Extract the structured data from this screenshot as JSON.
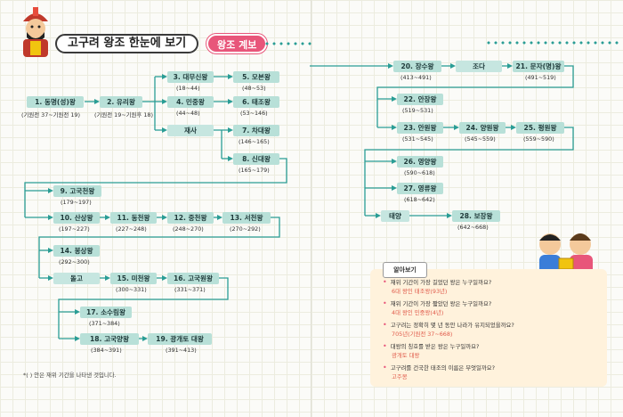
{
  "header": {
    "title": "고구려 왕조 한눈에 보기",
    "badge": "왕조 계보"
  },
  "kings": {
    "k1": {
      "name": "1. 동명(성)왕",
      "period": "(기원전 37~기원전 19)"
    },
    "k2": {
      "name": "2. 유리왕",
      "period": "(기원전 19~기원후 18)"
    },
    "k3": {
      "name": "3. 대무신왕",
      "period": "(18~44)"
    },
    "k4": {
      "name": "4. 민중왕",
      "period": "(44~48)"
    },
    "k5": {
      "name": "5. 모본왕",
      "period": "(48~53)"
    },
    "k6": {
      "name": "6. 태조왕",
      "period": "(53~146)"
    },
    "k7": {
      "name": "7. 차대왕",
      "period": "(146~165)"
    },
    "k8": {
      "name": "8. 신대왕",
      "period": "(165~179)"
    },
    "k9": {
      "name": "9. 고국천왕",
      "period": "(179~197)"
    },
    "k10": {
      "name": "10. 산상왕",
      "period": "(197~227)"
    },
    "k11": {
      "name": "11. 동천왕",
      "period": "(227~248)"
    },
    "k12": {
      "name": "12. 중천왕",
      "period": "(248~270)"
    },
    "k13": {
      "name": "13. 서천왕",
      "period": "(270~292)"
    },
    "k14": {
      "name": "14. 봉상왕",
      "period": "(292~300)"
    },
    "k15": {
      "name": "15. 미천왕",
      "period": "(300~331)"
    },
    "k16": {
      "name": "16. 고국원왕",
      "period": "(331~371)"
    },
    "k17": {
      "name": "17. 소수림왕",
      "period": "(371~384)"
    },
    "k18": {
      "name": "18. 고국양왕",
      "period": "(384~391)"
    },
    "k19": {
      "name": "19. 광개토 대왕",
      "period": "(391~413)"
    },
    "k20": {
      "name": "20. 장수왕",
      "period": "(413~491)"
    },
    "k21": {
      "name": "21. 문자(명)왕",
      "period": "(491~519)"
    },
    "k22": {
      "name": "22. 안장왕",
      "period": "(519~531)"
    },
    "k23": {
      "name": "23. 안원왕",
      "period": "(531~545)"
    },
    "k24": {
      "name": "24. 양원왕",
      "period": "(545~559)"
    },
    "k25": {
      "name": "25. 평원왕",
      "period": "(559~590)"
    },
    "k26": {
      "name": "26. 영양왕",
      "period": "(590~618)"
    },
    "k27": {
      "name": "27. 영류왕",
      "period": "(618~642)"
    },
    "k28": {
      "name": "28. 보장왕",
      "period": "(642~668)"
    }
  },
  "relatives": {
    "jaesa": "재사",
    "dolgo": "돌고",
    "jodae": "조다",
    "taeyang": "태양"
  },
  "footnote": "*(     ) 안은 재위 기간을 나타낸 것입니다.",
  "quiz": {
    "tag": "알아보기",
    "items": [
      {
        "q": "재위 기간이 가장 길었던 왕은 누구일까요?",
        "a": "6대 왕인 태조왕(93년)"
      },
      {
        "q": "재위 기간이 가장 짧았던 왕은 누구일까요?",
        "a": "4대 왕인 민중왕(4년)"
      },
      {
        "q": "고구려는 정확히 몇 년 동안 나라가 유지되었을까요?",
        "a": "705년(기원전 37~668)"
      },
      {
        "q": "대왕의 칭호를 받은 왕은 누구일까요?",
        "a": "광개토 대왕"
      },
      {
        "q": "고구려를 건국한 태조의 이름은 무엇일까요?",
        "a": "고주몽"
      }
    ]
  },
  "colors": {
    "accent": "#2a9d95",
    "box": "#b8e0d8",
    "badge": "#e8567a",
    "quizBg": "#fff2dc"
  }
}
